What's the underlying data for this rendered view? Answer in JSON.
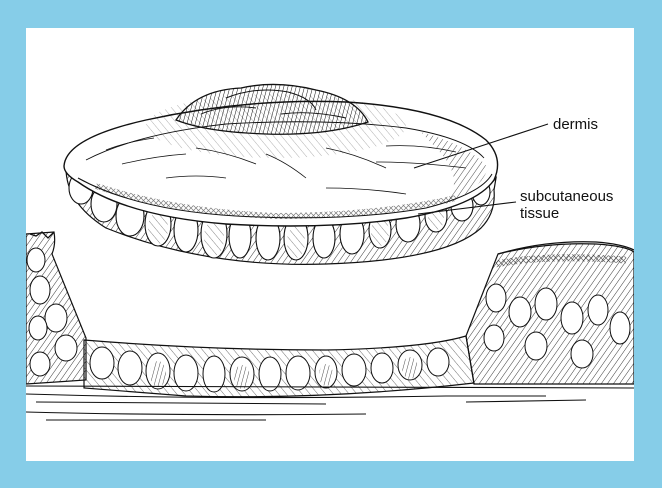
{
  "figure": {
    "labels": {
      "dermis": "dermis",
      "subcutaneous_line1": "subcutaneous",
      "subcutaneous_line2": "tissue"
    },
    "colors": {
      "frame": "#86cde8",
      "panel": "#ffffff",
      "ink": "#111111"
    }
  }
}
